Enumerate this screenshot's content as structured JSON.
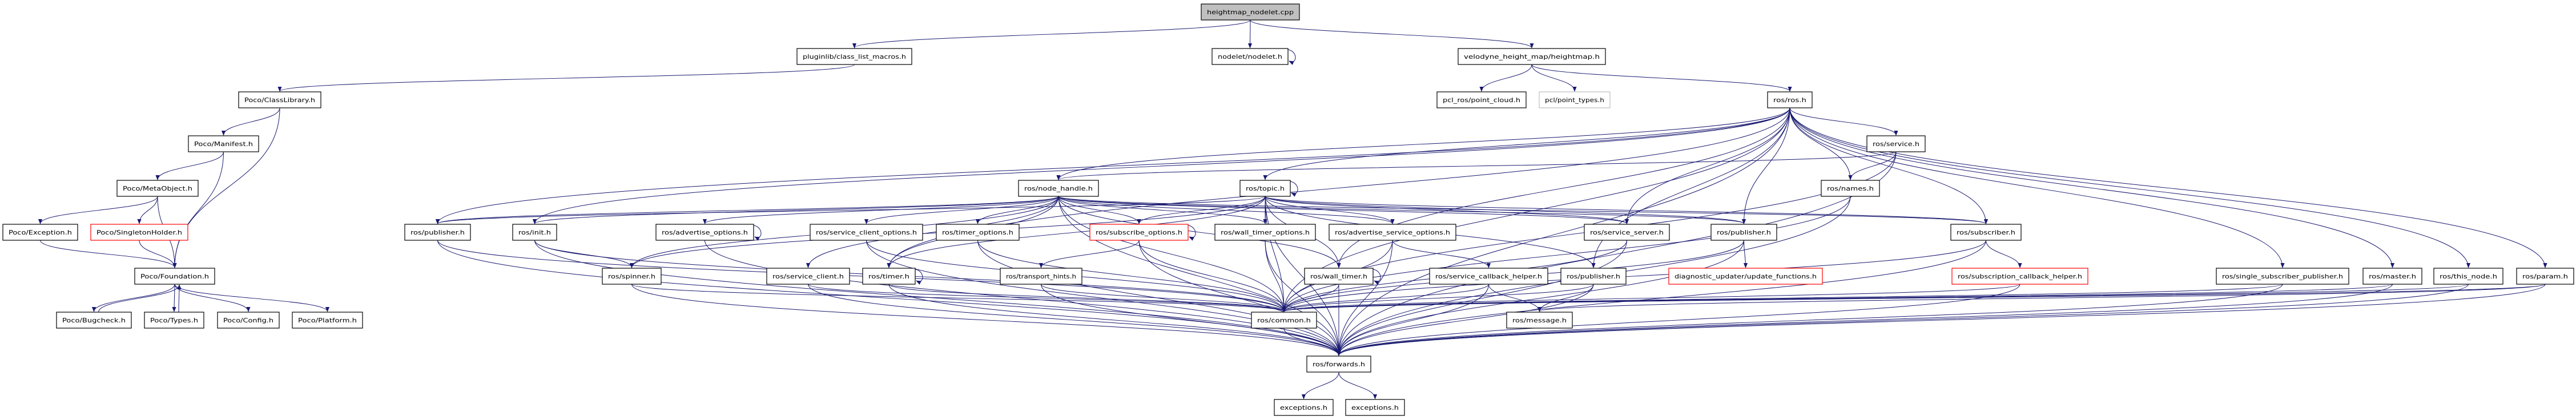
{
  "graph": {
    "edge_color": "#191970",
    "nodes": [
      {
        "id": "cpp",
        "label": "heightmap_nodelet.cpp",
        "style": "root"
      },
      {
        "id": "clm",
        "label": "pluginlib/class_list_macros.h",
        "style": "normal"
      },
      {
        "id": "nodelet",
        "label": "nodelet/nodelet.h",
        "style": "normal"
      },
      {
        "id": "hm",
        "label": "velodyne_height_map/heightmap.h",
        "style": "normal"
      },
      {
        "id": "cl",
        "label": "Poco/ClassLibrary.h",
        "style": "normal"
      },
      {
        "id": "pc",
        "label": "pcl_ros/point_cloud.h",
        "style": "normal"
      },
      {
        "id": "pt",
        "label": "pcl/point_types.h",
        "style": "gray"
      },
      {
        "id": "ros",
        "label": "ros/ros.h",
        "style": "normal"
      },
      {
        "id": "man",
        "label": "Poco/Manifest.h",
        "style": "normal"
      },
      {
        "id": "svc",
        "label": "ros/service.h",
        "style": "normal"
      },
      {
        "id": "meta",
        "label": "Poco/MetaObject.h",
        "style": "normal"
      },
      {
        "id": "nh",
        "label": "ros/node_handle.h",
        "style": "normal"
      },
      {
        "id": "topic",
        "label": "ros/topic.h",
        "style": "normal"
      },
      {
        "id": "names",
        "label": "ros/names.h",
        "style": "normal"
      },
      {
        "id": "exc",
        "label": "Poco/Exception.h",
        "style": "normal"
      },
      {
        "id": "sing",
        "label": "Poco/SingletonHolder.h",
        "style": "red"
      },
      {
        "id": "pub1",
        "label": "ros/publisher.h",
        "style": "normal"
      },
      {
        "id": "init",
        "label": "ros/init.h",
        "style": "normal"
      },
      {
        "id": "advo",
        "label": "ros/advertise_options.h",
        "style": "normal"
      },
      {
        "id": "sco",
        "label": "ros/service_client_options.h",
        "style": "normal"
      },
      {
        "id": "tmo",
        "label": "ros/timer_options.h",
        "style": "normal"
      },
      {
        "id": "subo",
        "label": "ros/subscribe_options.h",
        "style": "red"
      },
      {
        "id": "wto",
        "label": "ros/wall_timer_options.h",
        "style": "normal"
      },
      {
        "id": "aso",
        "label": "ros/advertise_service_options.h",
        "style": "normal"
      },
      {
        "id": "ssrv",
        "label": "ros/service_server.h",
        "style": "normal"
      },
      {
        "id": "pub3",
        "label": "ros/publisher.h",
        "style": "normal"
      },
      {
        "id": "sub",
        "label": "ros/subscriber.h",
        "style": "normal"
      },
      {
        "id": "fnd",
        "label": "Poco/Foundation.h",
        "style": "normal"
      },
      {
        "id": "spin",
        "label": "ros/spinner.h",
        "style": "normal"
      },
      {
        "id": "scl",
        "label": "ros/service_client.h",
        "style": "normal"
      },
      {
        "id": "timer",
        "label": "ros/timer.h",
        "style": "normal"
      },
      {
        "id": "th",
        "label": "ros/transport_hints.h",
        "style": "normal"
      },
      {
        "id": "wt",
        "label": "ros/wall_timer.h",
        "style": "normal"
      },
      {
        "id": "sch",
        "label": "ros/service_callback_helper.h",
        "style": "normal"
      },
      {
        "id": "pub2",
        "label": "ros/publisher.h",
        "style": "normal"
      },
      {
        "id": "diag",
        "label": "diagnostic_updater/update_functions.h",
        "style": "red"
      },
      {
        "id": "subcb",
        "label": "ros/subscription_callback_helper.h",
        "style": "red"
      },
      {
        "id": "ssp",
        "label": "ros/single_subscriber_publisher.h",
        "style": "normal"
      },
      {
        "id": "master",
        "label": "ros/master.h",
        "style": "normal"
      },
      {
        "id": "thisn",
        "label": "ros/this_node.h",
        "style": "normal"
      },
      {
        "id": "param",
        "label": "ros/param.h",
        "style": "normal"
      },
      {
        "id": "bug",
        "label": "Poco/Bugcheck.h",
        "style": "normal"
      },
      {
        "id": "types",
        "label": "Poco/Types.h",
        "style": "normal"
      },
      {
        "id": "cfg",
        "label": "Poco/Config.h",
        "style": "normal"
      },
      {
        "id": "plat",
        "label": "Poco/Platform.h",
        "style": "normal"
      },
      {
        "id": "common",
        "label": "ros/common.h",
        "style": "normal"
      },
      {
        "id": "msg",
        "label": "ros/message.h",
        "style": "normal"
      },
      {
        "id": "fwd",
        "label": "ros/forwards.h",
        "style": "normal"
      },
      {
        "id": "ex1",
        "label": "exceptions.h",
        "style": "normal"
      },
      {
        "id": "ex2",
        "label": "exceptions.h",
        "style": "normal"
      }
    ],
    "edges": [
      [
        "cpp",
        "clm"
      ],
      [
        "cpp",
        "nodelet"
      ],
      [
        "cpp",
        "hm"
      ],
      [
        "nodelet",
        "nodelet"
      ],
      [
        "clm",
        "cl"
      ],
      [
        "cl",
        "man"
      ],
      [
        "cl",
        "fnd"
      ],
      [
        "man",
        "meta"
      ],
      [
        "man",
        "fnd"
      ],
      [
        "meta",
        "exc"
      ],
      [
        "meta",
        "sing"
      ],
      [
        "meta",
        "fnd"
      ],
      [
        "exc",
        "fnd"
      ],
      [
        "sing",
        "fnd"
      ],
      [
        "fnd",
        "bug"
      ],
      [
        "fnd",
        "types"
      ],
      [
        "fnd",
        "cfg"
      ],
      [
        "fnd",
        "plat"
      ],
      [
        "bug",
        "fnd"
      ],
      [
        "types",
        "fnd"
      ],
      [
        "hm",
        "pc"
      ],
      [
        "hm",
        "pt"
      ],
      [
        "hm",
        "ros"
      ],
      [
        "ros",
        "nh"
      ],
      [
        "ros",
        "topic"
      ],
      [
        "ros",
        "svc"
      ],
      [
        "ros",
        "names"
      ],
      [
        "ros",
        "ssrv"
      ],
      [
        "ros",
        "pub3"
      ],
      [
        "ros",
        "sub"
      ],
      [
        "ros",
        "init"
      ],
      [
        "ros",
        "pub1"
      ],
      [
        "ros",
        "pub2"
      ],
      [
        "ros",
        "ssp"
      ],
      [
        "ros",
        "master"
      ],
      [
        "ros",
        "thisn"
      ],
      [
        "ros",
        "param"
      ],
      [
        "ros",
        "common"
      ],
      [
        "ros",
        "fwd"
      ],
      [
        "ros",
        "timer"
      ],
      [
        "ros",
        "wt"
      ],
      [
        "svc",
        "names"
      ],
      [
        "svc",
        "nh"
      ],
      [
        "svc",
        "common"
      ],
      [
        "svc",
        "fwd"
      ],
      [
        "names",
        "common"
      ],
      [
        "names",
        "fwd"
      ],
      [
        "nh",
        "pub1"
      ],
      [
        "nh",
        "init"
      ],
      [
        "nh",
        "advo"
      ],
      [
        "nh",
        "sco"
      ],
      [
        "nh",
        "tmo"
      ],
      [
        "nh",
        "spin"
      ],
      [
        "nh",
        "scl"
      ],
      [
        "nh",
        "timer"
      ],
      [
        "nh",
        "subo"
      ],
      [
        "nh",
        "wto"
      ],
      [
        "nh",
        "aso"
      ],
      [
        "nh",
        "ssrv"
      ],
      [
        "nh",
        "pub3"
      ],
      [
        "nh",
        "sub"
      ],
      [
        "nh",
        "wt"
      ],
      [
        "nh",
        "common"
      ],
      [
        "nh",
        "fwd"
      ],
      [
        "topic",
        "topic"
      ],
      [
        "topic",
        "subo"
      ],
      [
        "topic",
        "wto"
      ],
      [
        "topic",
        "aso"
      ],
      [
        "topic",
        "pub1"
      ],
      [
        "topic",
        "pub3"
      ],
      [
        "topic",
        "sub"
      ],
      [
        "topic",
        "ssrv"
      ],
      [
        "topic",
        "wt"
      ],
      [
        "topic",
        "timer"
      ],
      [
        "topic",
        "spin"
      ],
      [
        "topic",
        "pub2"
      ],
      [
        "topic",
        "common"
      ],
      [
        "topic",
        "fwd"
      ],
      [
        "advo",
        "advo"
      ],
      [
        "advo",
        "fwd"
      ],
      [
        "subo",
        "subo"
      ],
      [
        "subo",
        "th"
      ],
      [
        "subo",
        "common"
      ],
      [
        "subo",
        "fwd"
      ],
      [
        "sco",
        "common"
      ],
      [
        "sco",
        "fwd"
      ],
      [
        "tmo",
        "common"
      ],
      [
        "tmo",
        "fwd"
      ],
      [
        "wto",
        "common"
      ],
      [
        "wto",
        "fwd"
      ],
      [
        "aso",
        "sch"
      ],
      [
        "aso",
        "common"
      ],
      [
        "aso",
        "fwd"
      ],
      [
        "ssrv",
        "common"
      ],
      [
        "ssrv",
        "fwd"
      ],
      [
        "pub3",
        "diag"
      ],
      [
        "pub3",
        "common"
      ],
      [
        "pub3",
        "fwd"
      ],
      [
        "sub",
        "subcb"
      ],
      [
        "sub",
        "common"
      ],
      [
        "sub",
        "fwd"
      ],
      [
        "subcb",
        "common"
      ],
      [
        "subcb",
        "fwd"
      ],
      [
        "init",
        "spin"
      ],
      [
        "init",
        "common"
      ],
      [
        "init",
        "fwd"
      ],
      [
        "pub1",
        "common"
      ],
      [
        "pub1",
        "fwd"
      ],
      [
        "spin",
        "common"
      ],
      [
        "spin",
        "fwd"
      ],
      [
        "scl",
        "common"
      ],
      [
        "scl",
        "fwd"
      ],
      [
        "timer",
        "timer"
      ],
      [
        "timer",
        "common"
      ],
      [
        "timer",
        "fwd"
      ],
      [
        "th",
        "common"
      ],
      [
        "th",
        "fwd"
      ],
      [
        "wt",
        "wt"
      ],
      [
        "wt",
        "common"
      ],
      [
        "wt",
        "fwd"
      ],
      [
        "sch",
        "msg"
      ],
      [
        "sch",
        "common"
      ],
      [
        "sch",
        "fwd"
      ],
      [
        "pub2",
        "msg"
      ],
      [
        "pub2",
        "common"
      ],
      [
        "pub2",
        "fwd"
      ],
      [
        "ssp",
        "common"
      ],
      [
        "ssp",
        "fwd"
      ],
      [
        "master",
        "common"
      ],
      [
        "master",
        "fwd"
      ],
      [
        "thisn",
        "common"
      ],
      [
        "thisn",
        "fwd"
      ],
      [
        "param",
        "common"
      ],
      [
        "param",
        "fwd"
      ],
      [
        "param",
        "msg"
      ],
      [
        "common",
        "fwd"
      ],
      [
        "fwd",
        "ex1"
      ],
      [
        "fwd",
        "ex2"
      ]
    ]
  }
}
